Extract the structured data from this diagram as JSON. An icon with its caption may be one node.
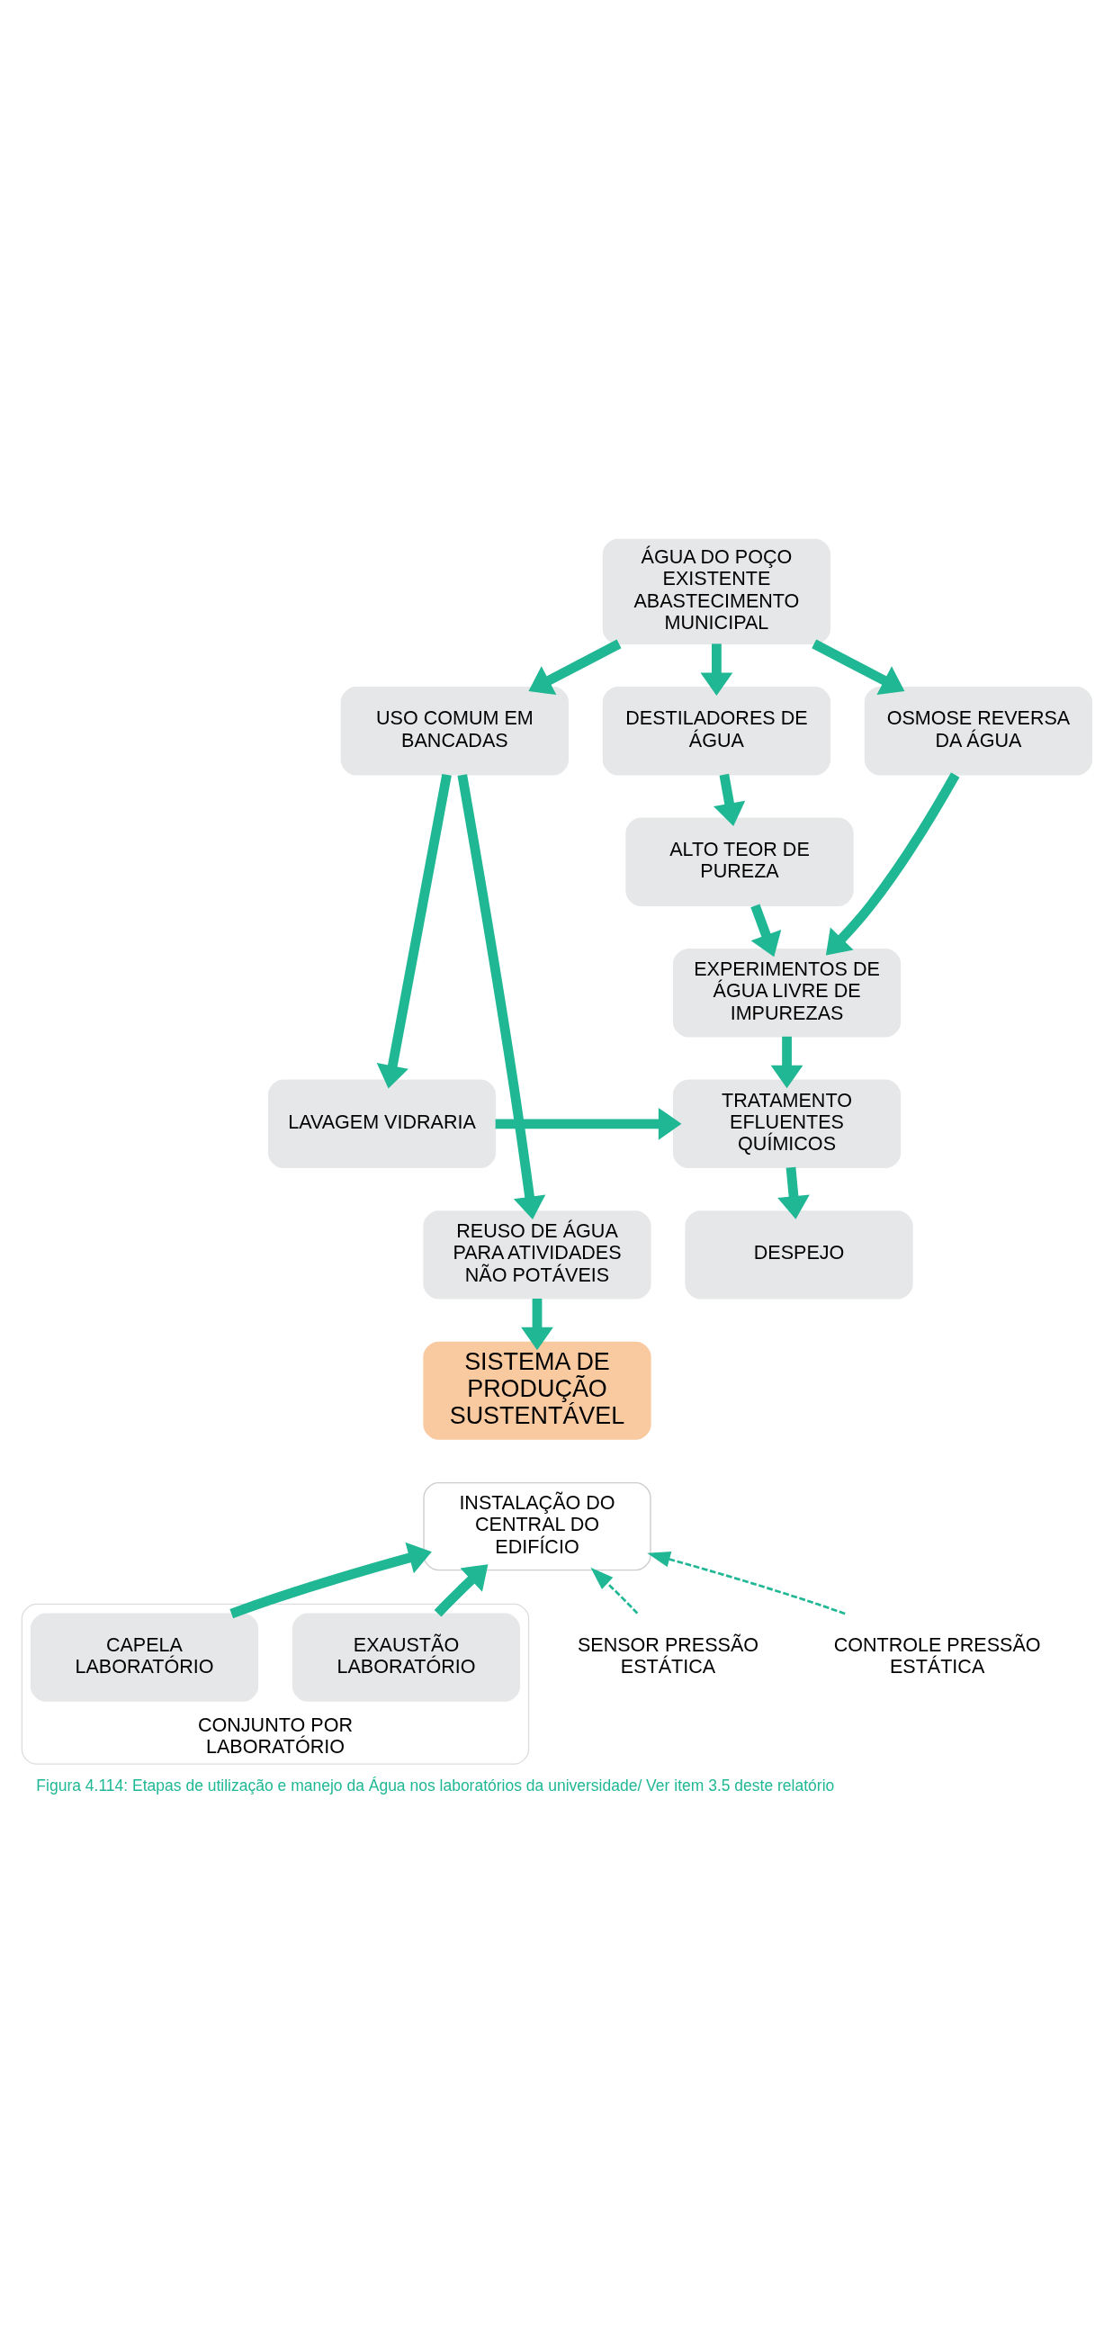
{
  "diagram": {
    "caption": "Figura 4.114: Etapas de utilização e manejo da Água nos laboratórios da universidade/ Ver item 3.5 deste relatório",
    "nodes": [
      {
        "text": [
          "ÁGUA DO POÇO EXISTENTE",
          "ABASTECIMENTO MUNICIPAL"
        ]
      },
      {
        "text": [
          "USO COMUM EM BANCADAS"
        ]
      },
      {
        "text": [
          "DESTILADORES DE ÁGUA"
        ]
      },
      {
        "text": [
          "OSMOSE REVERSA DA ÁGUA"
        ]
      },
      {
        "text": [
          "ALTO TEOR DE PUREZA"
        ]
      },
      {
        "text": [
          "EXPERIMENTOS DE ÁGUA LIVRE DE IMPUREZAS"
        ]
      },
      {
        "text": [
          "LAVAGEM VIDRARIA"
        ]
      },
      {
        "text": [
          "TRATAMENTO EFLUENTES QUÍMICOS"
        ]
      },
      {
        "text": [
          "REUSO DE ÁGUA PARA ATIVIDADES NÃO POTÁVEIS"
        ]
      },
      {
        "text": [
          "DESPEJO"
        ]
      },
      {
        "text": [
          "SISTEMA DE PRODUÇÃO SUSTENTÁVEL"
        ]
      },
      {
        "text": [
          "INSTALAÇÃO DO CENTRAL DO EDIFÍCIO"
        ]
      },
      {
        "text": [
          "CONJUNTO POR LABORATÓRIO"
        ]
      },
      {
        "text": [
          "EXAUSTÃO LABORATÓRIO"
        ],
        "in": 12
      },
      {
        "text": [
          "CAPELA LABORATÓRIO"
        ],
        "in": 12
      },
      {
        "text": [
          "SENSOR PRESSÃO ESTÁTICA"
        ]
      },
      {
        "text": [
          "CONTROLE PRESSÃO ESTÁTICA"
        ]
      }
    ],
    "edges": [
      {
        "from": 0,
        "to": 1,
        "arrow": "to"
      },
      {
        "from": 0,
        "to": 2,
        "arrow": "to"
      },
      {
        "from": 0,
        "to": 3,
        "arrow": "to"
      },
      {
        "from": 2,
        "to": 4,
        "arrow": "to"
      },
      {
        "from": 4,
        "to": 5,
        "arrow": "to"
      },
      {
        "from": 3,
        "to": 5,
        "arrow": "to"
      },
      {
        "from": 1,
        "to": 6,
        "arrow": "to"
      },
      {
        "from": 1,
        "to": 8,
        "arrow": "to"
      },
      {
        "from": 5,
        "to": 7,
        "arrow": "to"
      },
      {
        "from": 6,
        "to": 7,
        "arrow": "to"
      },
      {
        "from": 7,
        "to": 9,
        "arrow": "to"
      },
      {
        "from": 8,
        "to": 10,
        "arrow": "to"
      },
      {
        "from": 13,
        "to": 11,
        "arrow": "to"
      },
      {
        "from": 14,
        "to": 11,
        "arrow": "to"
      },
      {
        "from": 15,
        "to": 11,
        "arrow": "to",
        "style": "dashed"
      },
      {
        "from": 16,
        "to": 11,
        "arrow": "to",
        "style": "dashed"
      }
    ]
  }
}
